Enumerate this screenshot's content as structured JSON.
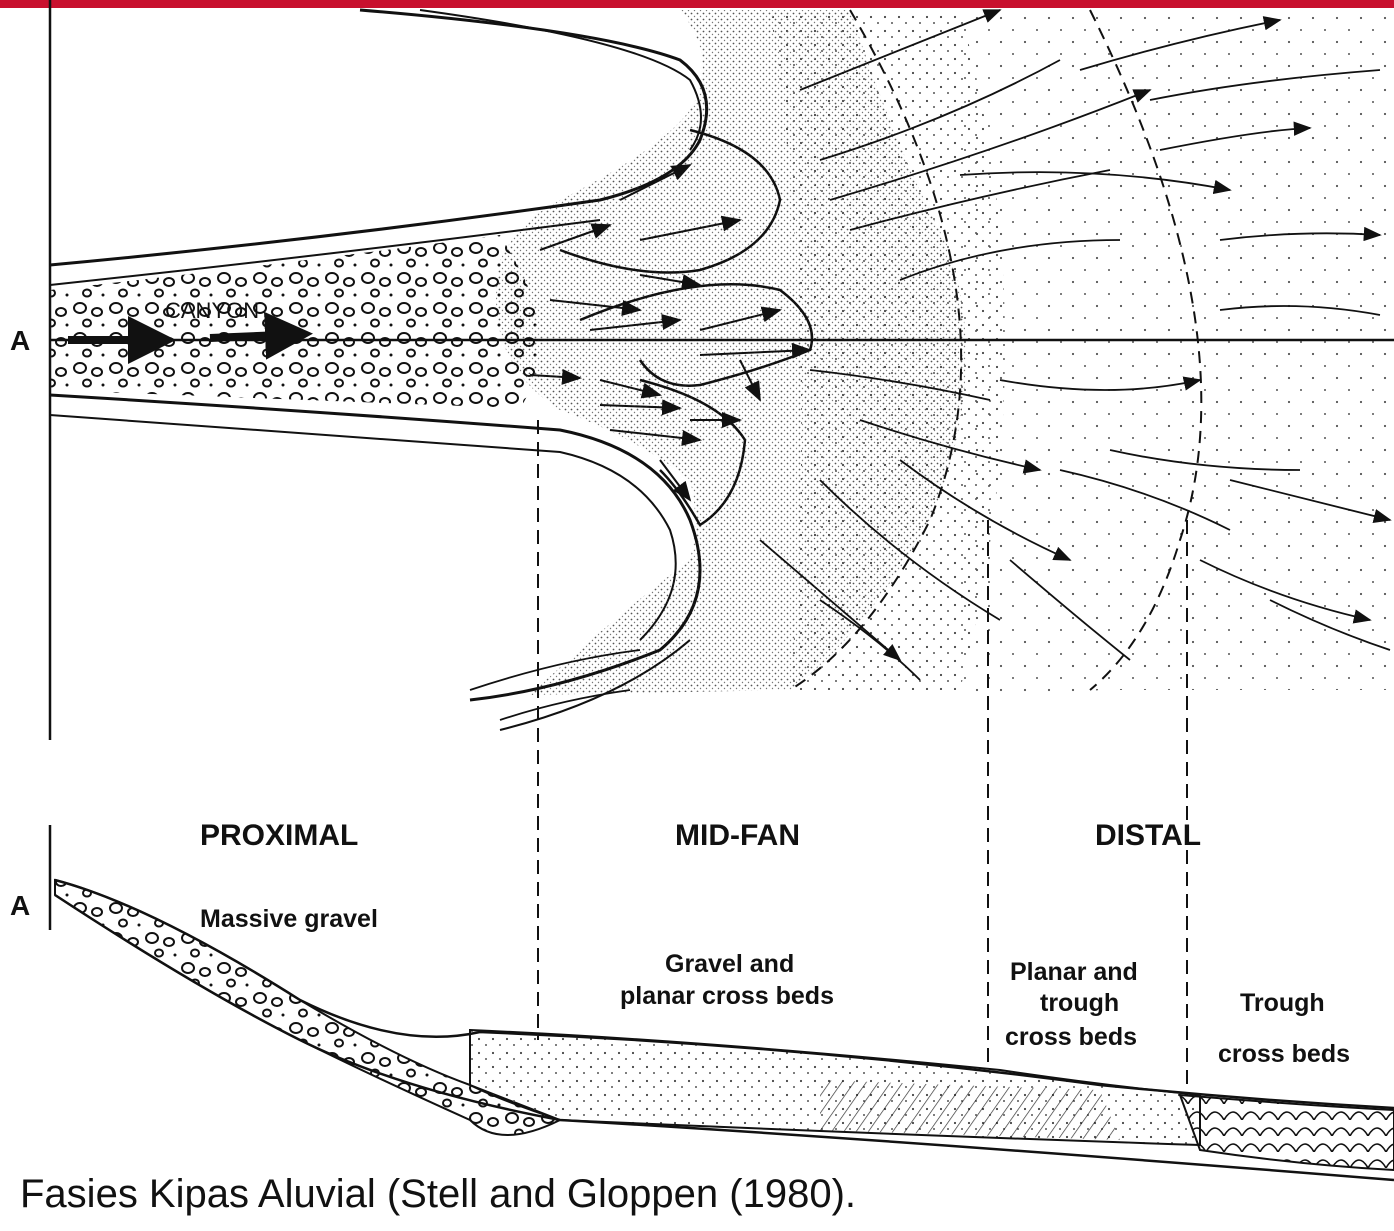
{
  "labels": {
    "section_marker_plan": "A",
    "section_marker_profile": "A",
    "canyon": "CANYON",
    "zones": {
      "proximal": "PROXIMAL",
      "mid_fan": "MID-FAN",
      "distal": "DISTAL"
    },
    "facies": {
      "massive_gravel": "Massive gravel",
      "gravel_planar_1": "Gravel and",
      "gravel_planar_2": "planar cross beds",
      "planar_trough_1": "Planar and",
      "planar_trough_2": "trough",
      "planar_trough_3": "cross beds",
      "trough_1": "Trough",
      "trough_2": "cross beds"
    }
  },
  "caption": "Fasies Kipas Aluvial (Stell and Gloppen (1980).",
  "colors": {
    "accent_bar": "#c8102e",
    "ink": "#111111",
    "stipple": "#555555"
  }
}
